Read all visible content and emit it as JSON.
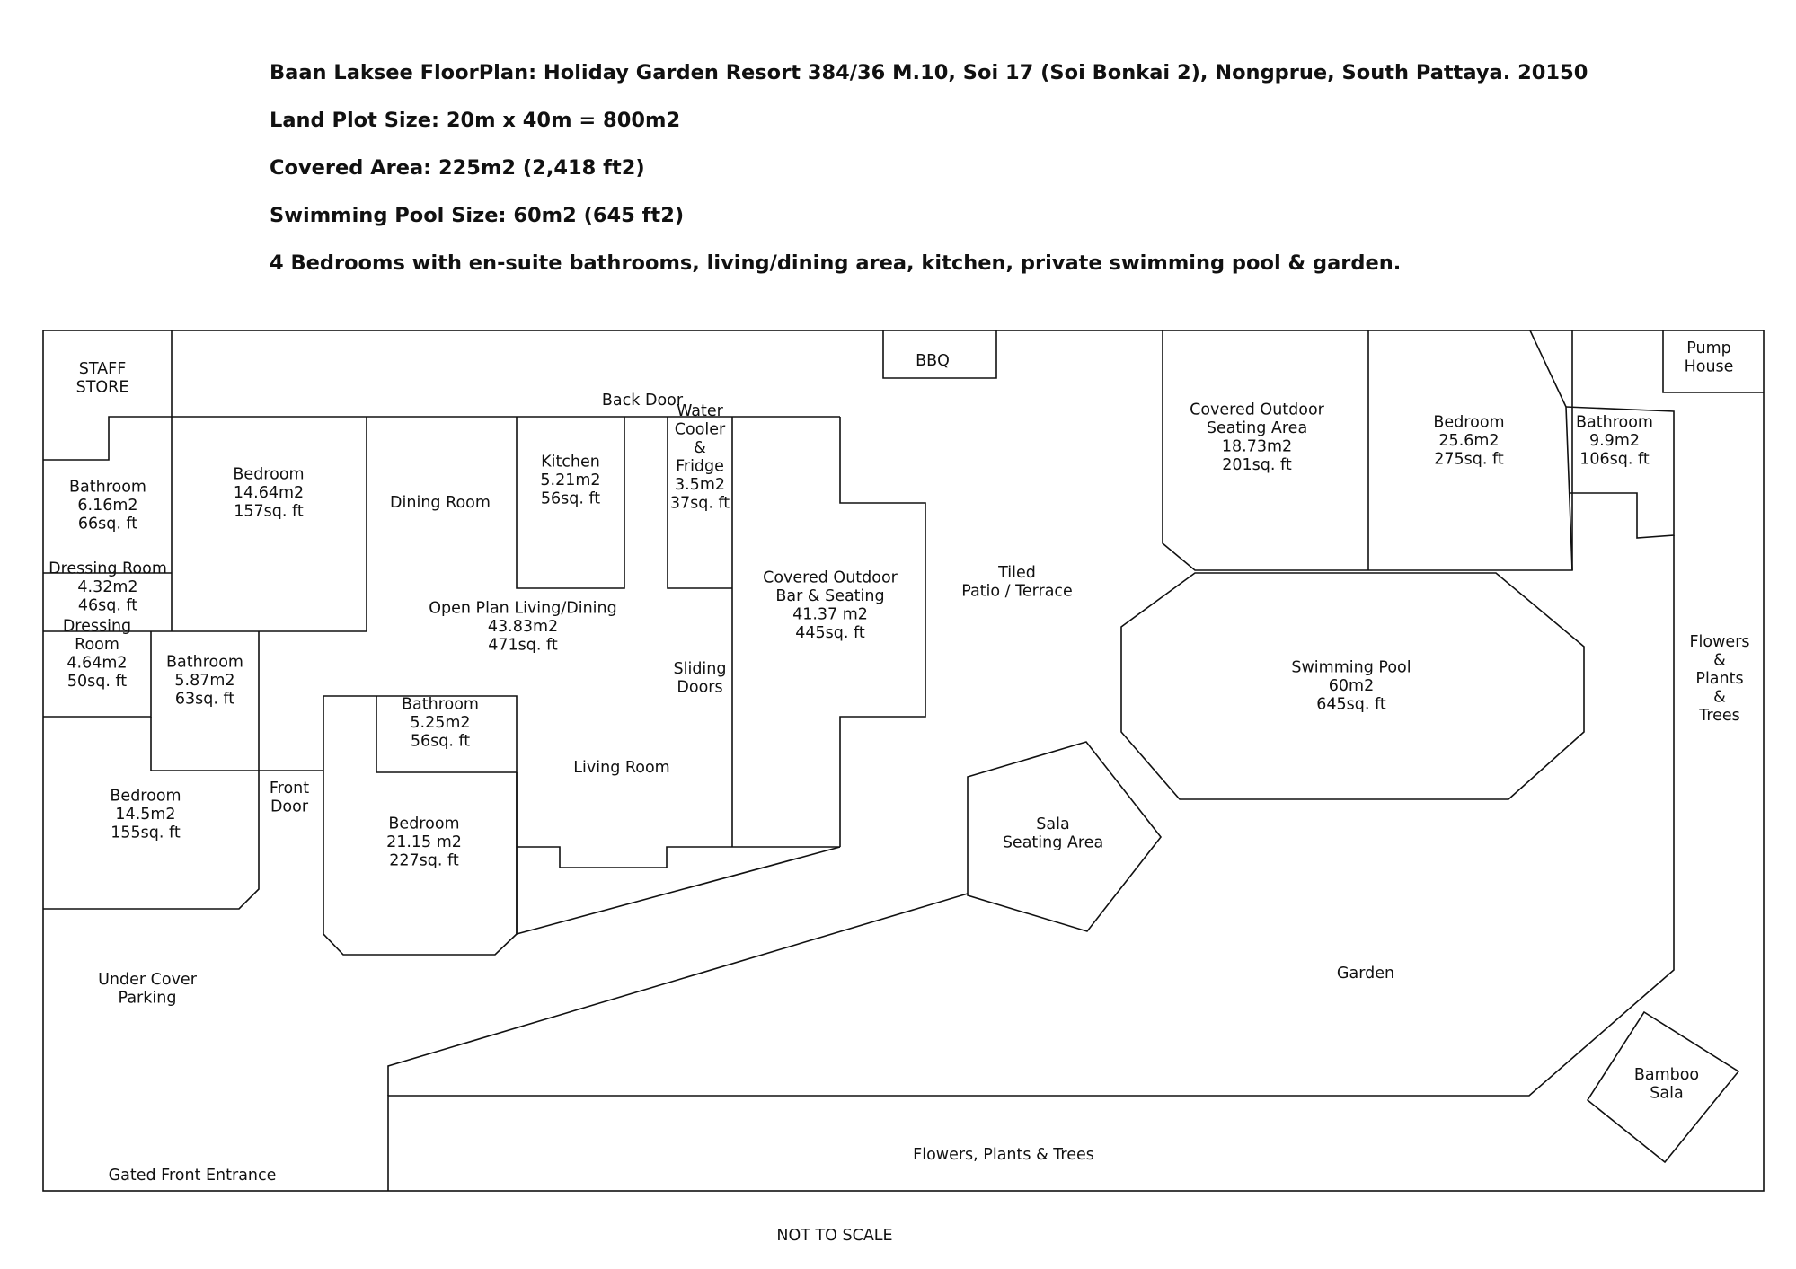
{
  "header": {
    "title": "Baan Laksee FloorPlan: Holiday Garden Resort 384/36 M.10, Soi 17 (Soi Bonkai 2), Nongprue, South Pattaya. 20150",
    "land": "Land Plot Size: 20m x 40m = 800m2",
    "covered": "Covered Area: 225m2 (2,418 ft2)",
    "pool": "Swimming Pool Size: 60m2 (645 ft2)",
    "summary": "4 Bedrooms with en-suite bathrooms, living/dining area, kitchen, private swimming pool & garden."
  },
  "labels": {
    "staff_store": [
      "STAFF",
      "STORE"
    ],
    "bathroom_a": [
      "Bathroom",
      "6.16m2",
      "66sq. ft"
    ],
    "dressing_a": [
      "Dressing Room",
      "4.32m2",
      "46sq. ft"
    ],
    "dressing_b": [
      "Dressing",
      "Room",
      "4.64m2",
      "50sq. ft"
    ],
    "bathroom_b": [
      "Bathroom",
      "5.87m2",
      "63sq. ft"
    ],
    "bedroom_a": [
      "Bedroom",
      "14.64m2",
      "157sq. ft"
    ],
    "bedroom_b": [
      "Bedroom",
      "14.5m2",
      "155sq. ft"
    ],
    "front_door": [
      "Front",
      "Door"
    ],
    "under_cover": [
      "Under Cover",
      "Parking"
    ],
    "gated": [
      "Gated Front Entrance"
    ],
    "back_door": [
      "Back Door"
    ],
    "bbq": [
      "BBQ"
    ],
    "dining": [
      "Dining Room"
    ],
    "kitchen": [
      "Kitchen",
      "5.21m2",
      "56sq. ft"
    ],
    "water": [
      "Water",
      "Cooler",
      "&",
      "Fridge",
      "3.5m2",
      "37sq. ft"
    ],
    "open_plan": [
      "Open Plan Living/Dining",
      "43.83m2",
      "471sq. ft"
    ],
    "sliding": [
      "Sliding",
      "Doors"
    ],
    "covered_bar": [
      "Covered Outdoor",
      "Bar & Seating",
      "41.37 m2",
      "445sq. ft"
    ],
    "bathroom_c": [
      "Bathroom",
      "5.25m2",
      "56sq. ft"
    ],
    "living": [
      "Living Room"
    ],
    "bedroom_c": [
      "Bedroom",
      "21.15 m2",
      "227sq. ft"
    ],
    "tiled": [
      "Tiled",
      "Patio / Terrace"
    ],
    "covered_seat": [
      "Covered Outdoor",
      "Seating Area",
      "18.73m2",
      "201sq. ft"
    ],
    "bedroom_d": [
      "Bedroom",
      "25.6m2",
      "275sq. ft"
    ],
    "bathroom_d": [
      "Bathroom",
      "9.9m2",
      "106sq. ft"
    ],
    "pump": [
      "Pump",
      "House"
    ],
    "pool": [
      "Swimming Pool",
      "60m2",
      "645sq. ft"
    ],
    "flowers_r": [
      "Flowers",
      "&",
      "Plants",
      "&",
      "Trees"
    ],
    "sala": [
      "Sala",
      "Seating Area"
    ],
    "garden": [
      "Garden"
    ],
    "bamboo": [
      "Bamboo",
      "Sala"
    ],
    "flowers_b": [
      "Flowers, Plants & Trees"
    ]
  },
  "footer": "NOT TO SCALE"
}
